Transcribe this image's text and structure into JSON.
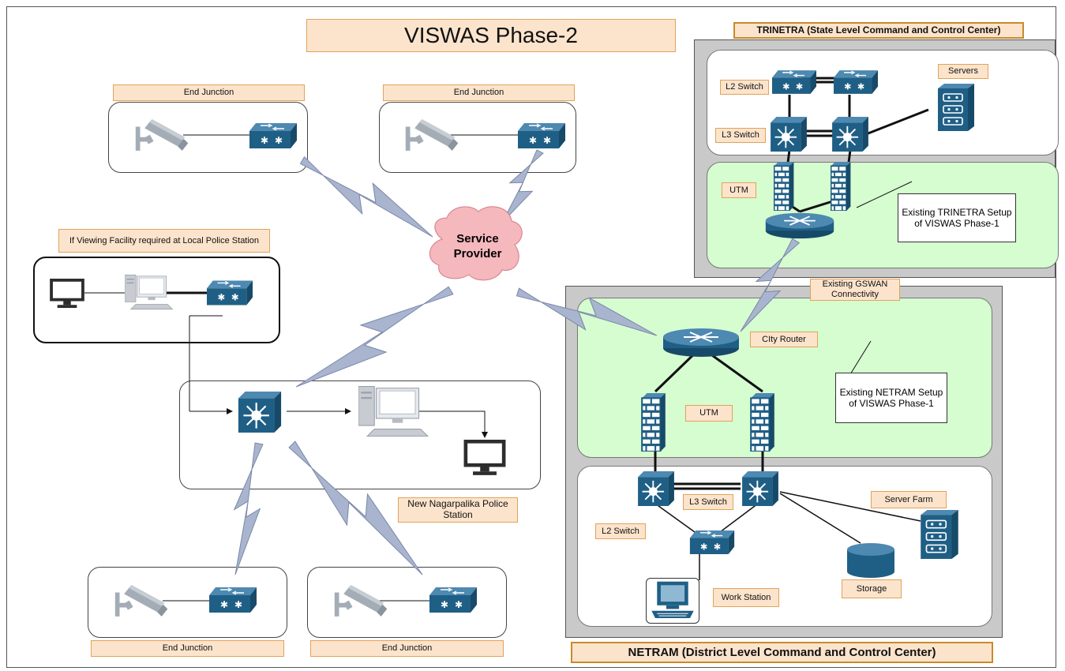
{
  "title": "VISWAS Phase-2",
  "trinetra": {
    "header": "TRINETRA (State Level Command and Control Center)",
    "l2_switch": "L2 Switch",
    "l3_switch": "L3 Switch",
    "servers": "Servers",
    "utm": "UTM",
    "note": "Existing TRINETRA Setup of VISWAS Phase-1"
  },
  "netram": {
    "header": "NETRAM (District Level Command and Control Center)",
    "gswan": "Existing GSWAN Connectivity",
    "city_router": "CIty Router",
    "utm": "UTM",
    "note": "Existing NETRAM Setup of VISWAS Phase-1",
    "l3_switch": "L3 Switch",
    "l2_switch": "L2 Switch",
    "server_farm": "Server  Farm",
    "storage": "Storage",
    "work_station": "Work Station"
  },
  "service_provider": "Service Provider",
  "end_junction_label": "End Junction",
  "viewing_facility": "If Viewing Facility required  at Local Police Station",
  "police_station": "New Nagarpalika Police Station",
  "colors": {
    "accent_blue": "#1f5f86",
    "label_fill": "#fce4cc",
    "green_zone": "#d5fdd0",
    "cloud": "#f4b8bd",
    "wireless": "#a9b5cf"
  }
}
